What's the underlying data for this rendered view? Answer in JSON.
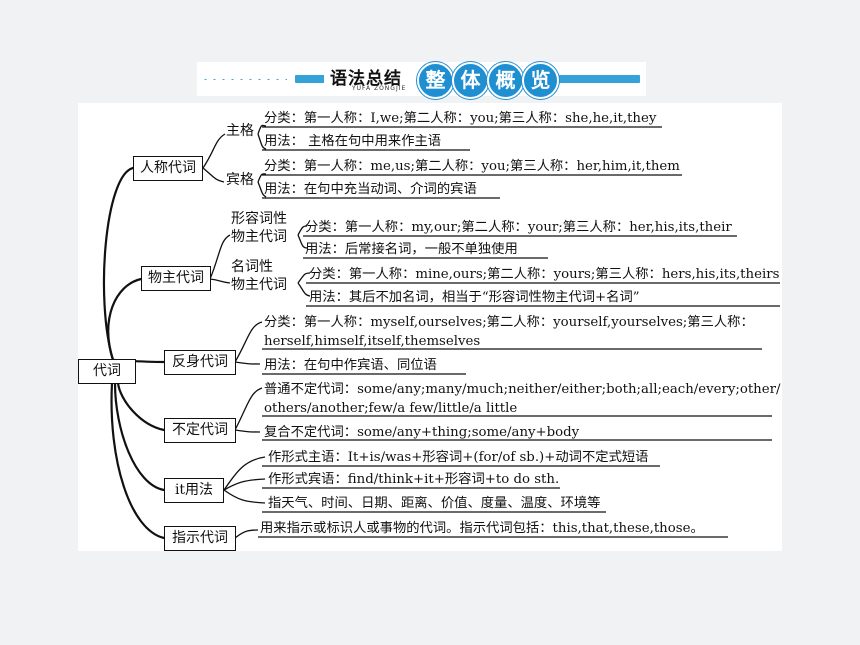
{
  "header": {
    "title": "语法总结",
    "subtitle": "YUFA ZONGJIE",
    "bubbles": [
      "整",
      "体",
      "概",
      "览"
    ]
  },
  "root": {
    "label": "代词"
  },
  "branches": {
    "personal": {
      "label": "人称代词",
      "subject": {
        "label": "主格",
        "items": [
          "分类：第一人称：I,we;第二人称：you;第三人称：she,he,it,they",
          "用法：  主格在句中用来作主语"
        ]
      },
      "object": {
        "label": "宾格",
        "items": [
          "分类：第一人称：me,us;第二人称：you;第三人称：her,him,it,them",
          "用法：在句中充当动词、介词的宾语"
        ]
      }
    },
    "possessive": {
      "label": "物主代词",
      "adjective": {
        "label_line1": "形容词性",
        "label_line2": "物主代词",
        "items": [
          "分类：第一人称：my,our;第二人称：your;第三人称：her,his,its,their",
          "用法：后常接名词，一般不单独使用"
        ]
      },
      "noun": {
        "label_line1": "名词性",
        "label_line2": "物主代词",
        "items": [
          "分类：第一人称：mine,ours;第二人称：yours;第三人称：hers,his,its,theirs",
          "用法：其后不加名词，相当于“形容词性物主代词+名词”"
        ]
      }
    },
    "reflexive": {
      "label": "反身代词",
      "items": [
        "分类：第一人称：myself,ourselves;第二人称：yourself,yourselves;第三人称：",
        "herself,himself,itself,themselves",
        "用法：在句中作宾语、同位语"
      ]
    },
    "indefinite": {
      "label": "不定代词",
      "items": [
        "普通不定代词：some/any;many/much;neither/either;both;all;each/every;other/",
        "others/another;few/a few/little/a little",
        "复合不定代词：some/any+thing;some/any+body"
      ]
    },
    "it_usage": {
      "label": "it用法",
      "items": [
        "作形式主语：It+is/was+形容词+(for/of sb.)+动词不定式短语",
        "作形式宾语：find/think+it+形容词+to do sth.",
        "指天气、时间、日期、距离、价值、度量、温度、环境等"
      ]
    },
    "demonstrative": {
      "label": "指示代词",
      "items": [
        "用来指示或标识人或事物的代词。指示代词包括：this,that,these,those。"
      ]
    }
  }
}
